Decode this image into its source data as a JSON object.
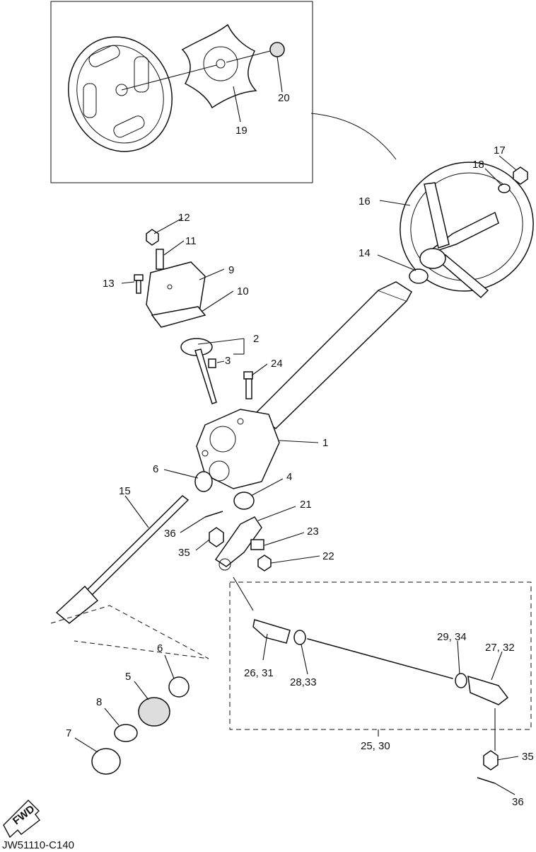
{
  "diagram": {
    "labels": {
      "l1": "1",
      "l2": "2",
      "l3": "3",
      "l4": "4",
      "l5": "5",
      "l6a": "6",
      "l6b": "6",
      "l7": "7",
      "l8": "8",
      "l9": "9",
      "l10": "10",
      "l11": "11",
      "l12": "12",
      "l13": "13",
      "l14": "14",
      "l15": "15",
      "l16": "16",
      "l17": "17",
      "l18": "18",
      "l19": "19",
      "l20": "20",
      "l21": "21",
      "l22": "22",
      "l23": "23",
      "l24": "24",
      "l25": "25, 30",
      "l26": "26, 31",
      "l27": "27, 32",
      "l28": "28,33",
      "l29": "29, 34",
      "l35a": "35",
      "l35b": "35",
      "l36a": "36",
      "l36b": "36"
    },
    "fwd_label": "FWD",
    "drawing_code": "JW51110-C140"
  }
}
